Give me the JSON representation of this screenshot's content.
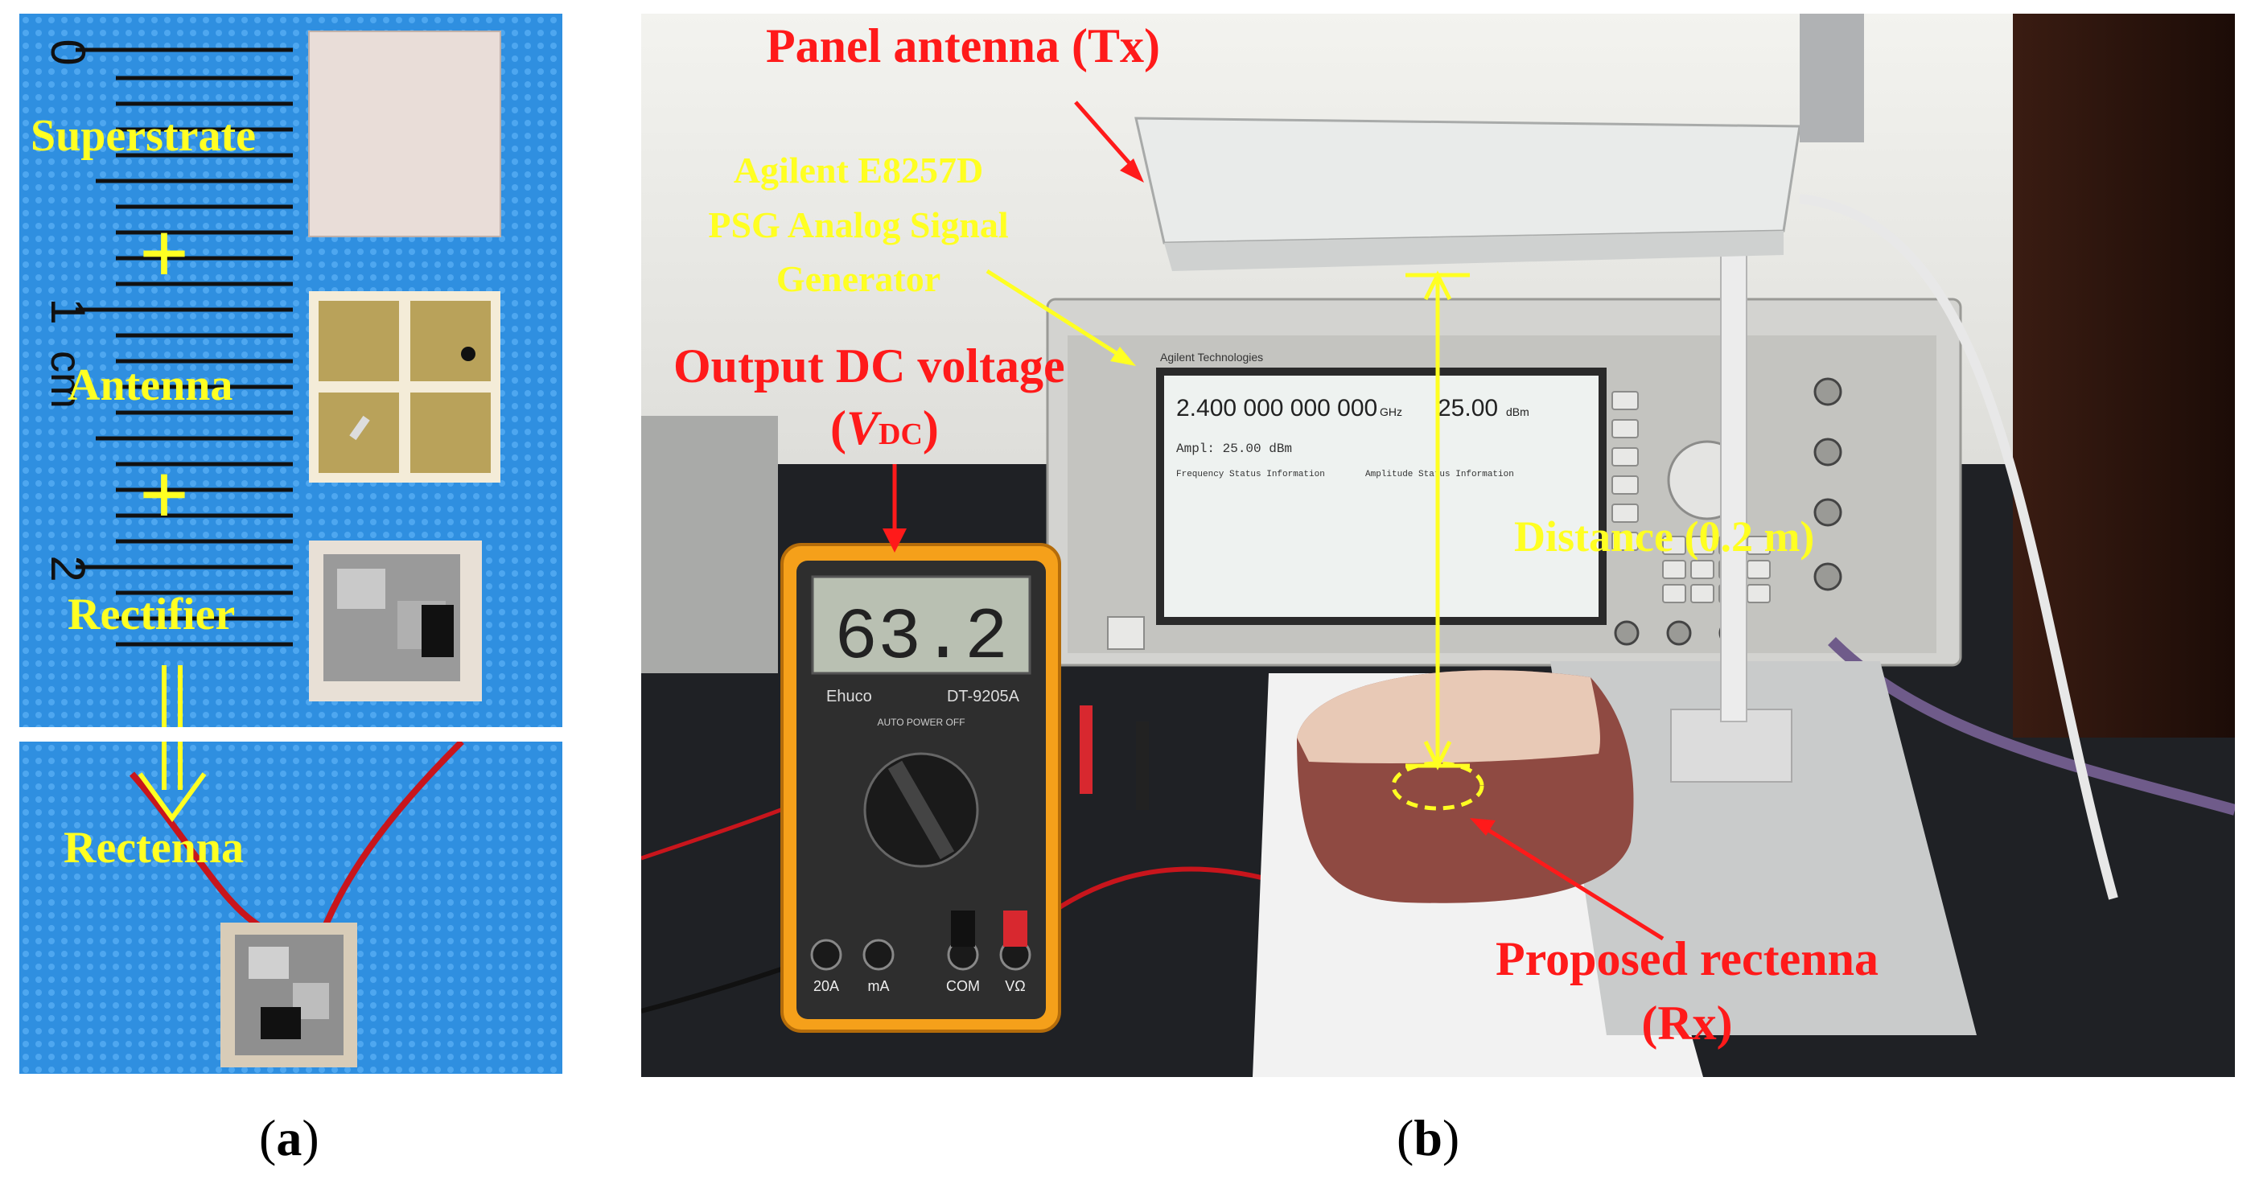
{
  "colors": {
    "label_yellow": "#ffff22",
    "label_red": "#ff1a1a",
    "mat_blue": "#2f8fe0",
    "multimeter_orange": "#f5a01a"
  },
  "panel_a": {
    "ruler_marks": [
      "0",
      "1",
      "cm",
      "2"
    ],
    "labels": {
      "superstrate": "Superstrate",
      "antenna": "Antenna",
      "rectifier": "Rectifier",
      "rectenna": "Rectenna",
      "plus": "+"
    }
  },
  "panel_b": {
    "labels": {
      "panel_antenna": "Panel antenna (Tx)",
      "generator_line1": "Agilent E8257D",
      "generator_line2": "PSG Analog Signal",
      "generator_line3": "Generator",
      "output_dc": "Output DC voltage",
      "vdc_open": "(",
      "vdc_v": "V",
      "vdc_sub": "DC",
      "vdc_close": ")",
      "distance": "Distance (0.2 m)",
      "proposed_line1": "Proposed rectenna",
      "proposed_line2": "(Rx)"
    },
    "instrument_text": {
      "brand": "Agilent Technologies",
      "frequency": "2.400 000 000 000",
      "freq_unit": "GHz",
      "amplitude": "25.00",
      "amp_unit": "dBm",
      "ampl_line": "Ampl: 25.00 dBm",
      "status_left": "Frequency Status Information",
      "status_right": "Amplitude Status Information"
    },
    "multimeter": {
      "reading": "63.2",
      "brand": "Ehuco",
      "model": "DT-9205A",
      "subtitle": "AUTO POWER OFF",
      "jacks": [
        "20A",
        "mA",
        "COM",
        "VΩ"
      ]
    }
  },
  "captions": {
    "a": {
      "open": "(",
      "letter": "a",
      "close": ")"
    },
    "b": {
      "open": "(",
      "letter": "b",
      "close": ")"
    }
  }
}
